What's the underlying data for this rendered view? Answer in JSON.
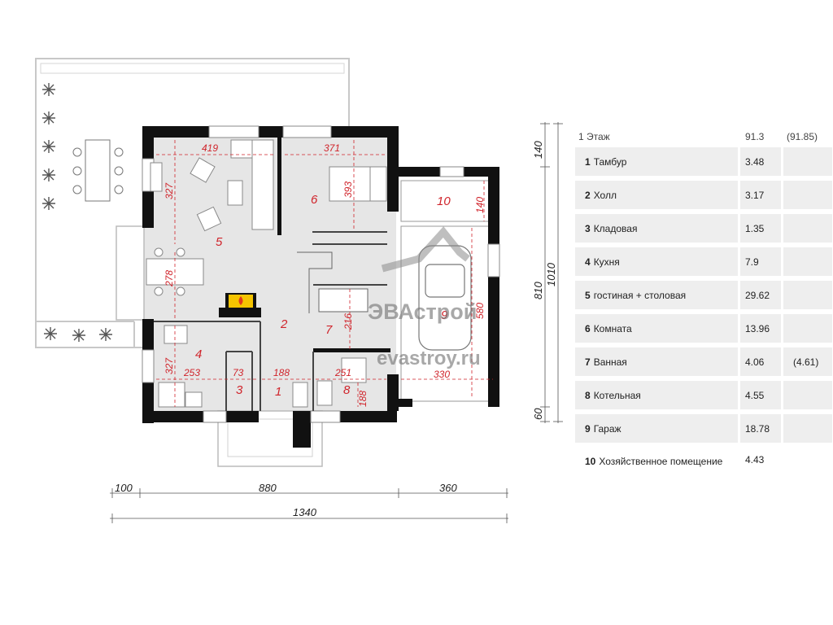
{
  "plan": {
    "rooms": [
      {
        "num": "1"
      },
      {
        "num": "2"
      },
      {
        "num": "3"
      },
      {
        "num": "4"
      },
      {
        "num": "5"
      },
      {
        "num": "6"
      },
      {
        "num": "7"
      },
      {
        "num": "8"
      },
      {
        "num": "9"
      },
      {
        "num": "10"
      }
    ],
    "interior_dims": [
      "419",
      "371",
      "327",
      "393",
      "278",
      "327",
      "253",
      "73",
      "188",
      "251",
      "330",
      "188",
      "216",
      "580",
      "140"
    ],
    "exterior_dims": {
      "h_left": "100",
      "h_mid": "880",
      "h_right": "360",
      "h_total": "1340",
      "v_top": "140",
      "v_mid": "810",
      "v_bottom": "60",
      "v_total": "1010"
    },
    "watermark": {
      "brand": "ЭВАстрой",
      "site": "evastroy.ru"
    }
  },
  "table": {
    "header": {
      "label": "1 Этаж",
      "area": "91.3",
      "area2": "(91.85)"
    },
    "rows": [
      {
        "num": "1",
        "name": "Тамбур",
        "area": "3.48",
        "area2": ""
      },
      {
        "num": "2",
        "name": "Холл",
        "area": "3.17",
        "area2": ""
      },
      {
        "num": "3",
        "name": "Кладовая",
        "area": "1.35",
        "area2": ""
      },
      {
        "num": "4",
        "name": "Кухня",
        "area": "7.9",
        "area2": ""
      },
      {
        "num": "5",
        "name": "гостиная + столовая",
        "area": "29.62",
        "area2": ""
      },
      {
        "num": "6",
        "name": "Комната",
        "area": "13.96",
        "area2": ""
      },
      {
        "num": "7",
        "name": "Ванная",
        "area": "4.06",
        "area2": "(4.61)"
      },
      {
        "num": "8",
        "name": "Котельная",
        "area": "4.55",
        "area2": ""
      },
      {
        "num": "9",
        "name": "Гараж",
        "area": "18.78",
        "area2": ""
      },
      {
        "num": "10",
        "name": "Хозяйственное помещение",
        "area": "4.43",
        "area2": ""
      }
    ]
  },
  "colors": {
    "wall": "#111111",
    "floor": "#e6e6e6",
    "dim_red": "#d0242b"
  }
}
